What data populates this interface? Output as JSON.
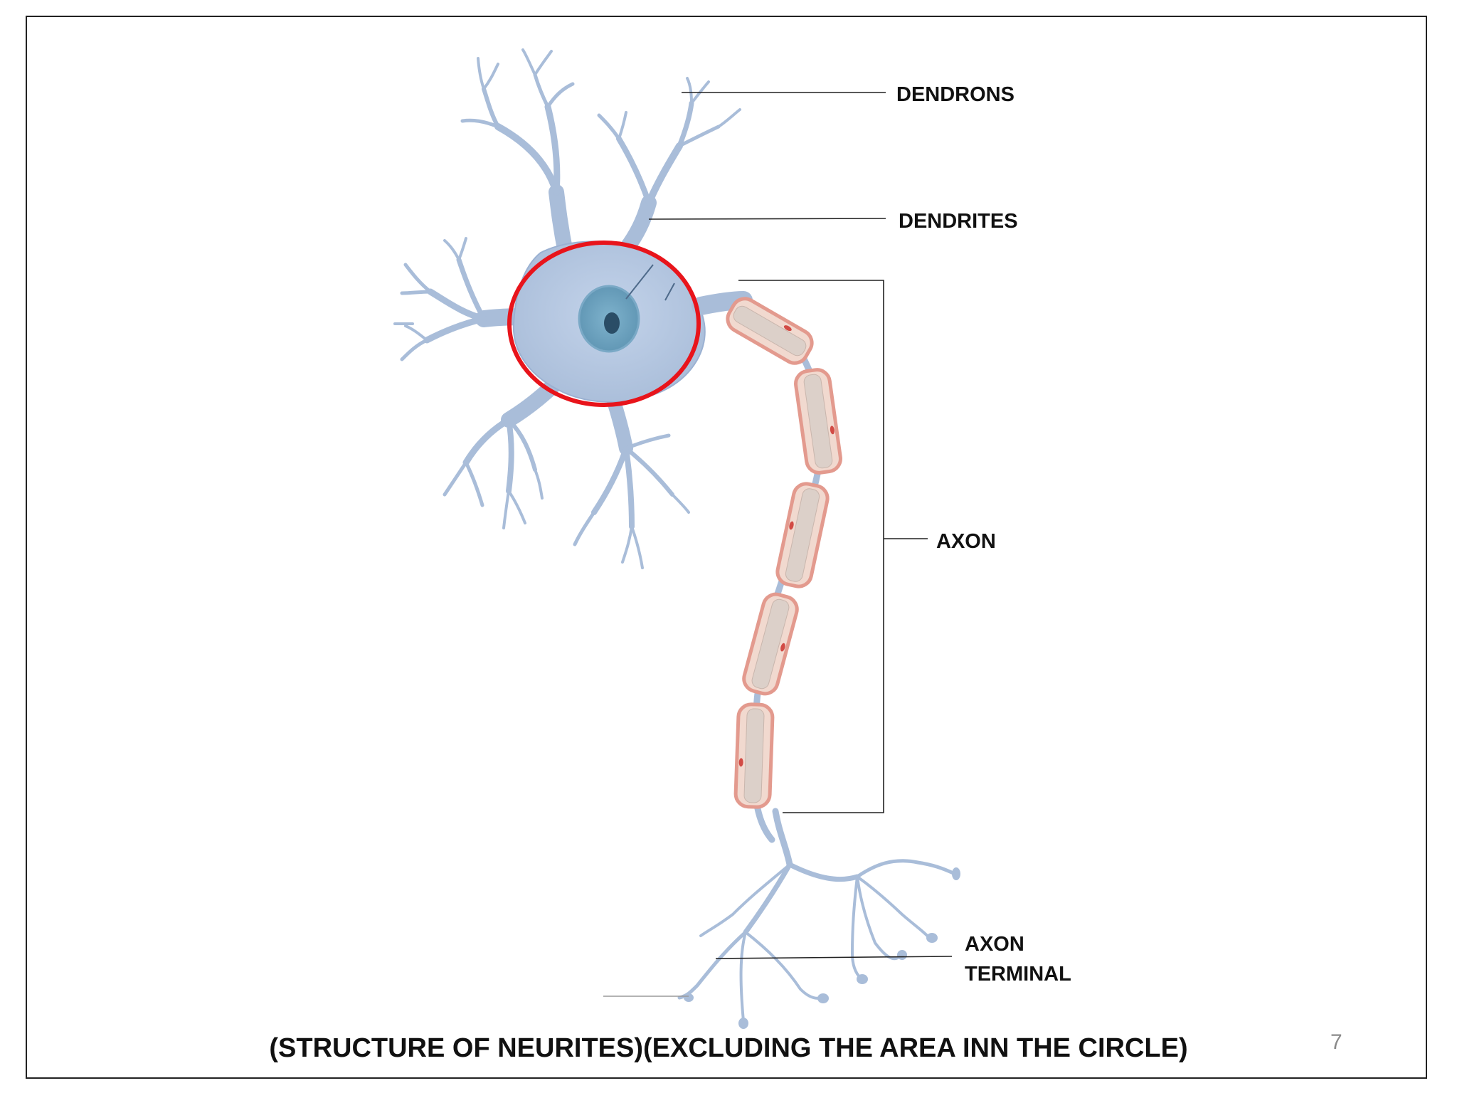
{
  "labels": {
    "dendrons": "DENDRONS",
    "dendrites": "DENDRITES",
    "axon": "AXON",
    "axon_terminal_line1": "AXON",
    "axon_terminal_line2": "TERMINAL"
  },
  "caption": "(STRUCTURE OF NEURITES)(EXCLUDING THE AREA INN THE CIRCLE)",
  "page_number": "7",
  "colors": {
    "neuron_fill": "#a9bdd9",
    "neuron_stroke": "#9bb1d2",
    "nucleus": "#6fa3c0",
    "myelin_fill": "#f1d9cf",
    "myelin_stroke": "#e39a8e",
    "highlight_circle": "#e8141b",
    "leader_line": "#222222"
  }
}
